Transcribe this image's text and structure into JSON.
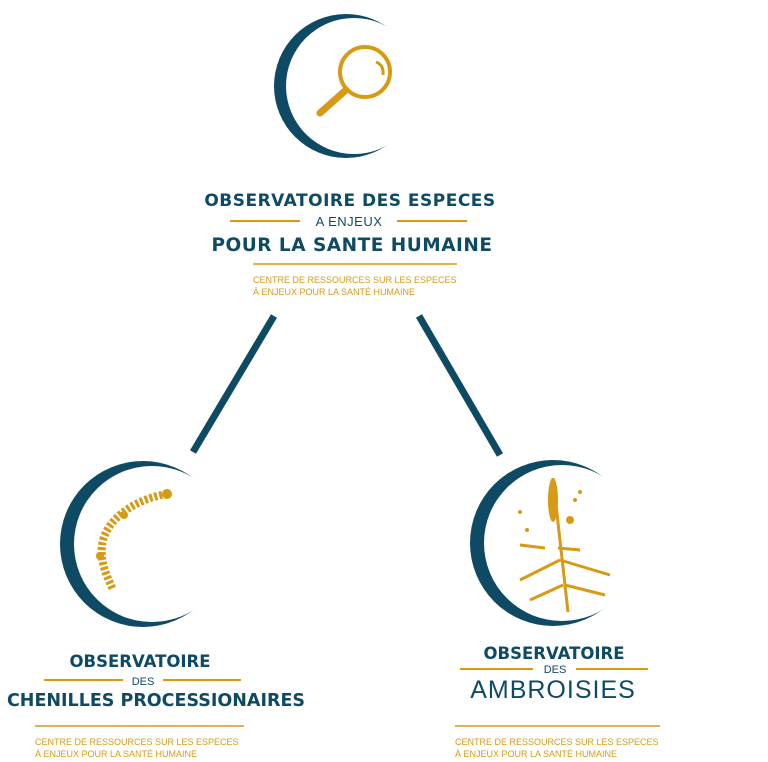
{
  "colors": {
    "navy": "#0e4a63",
    "gold": "#d69a14"
  },
  "top": {
    "line1": "OBSERVATOIRE DES ESPECES",
    "line2": "A ENJEUX",
    "line3": "POUR LA SANTE HUMAINE",
    "sub1": "CENTRE DE RESSOURCES SUR LES ESPECES",
    "sub2": "À ENJEUX POUR LA SANTÉ HUMAINE",
    "icon": "magnifier-icon"
  },
  "left": {
    "line1": "OBSERVATOIRE",
    "line2": "DES",
    "line3": "CHENILLES PROCESSIONAIRES",
    "sub1": "CENTRE DE RESSOURCES SUR LES ESPECES",
    "sub2": "À ENJEUX POUR LA SANTÉ HUMAINE",
    "icon": "caterpillar-icon"
  },
  "right": {
    "line1": "OBSERVATOIRE",
    "line2": "DES",
    "line3": "AMBROISIES",
    "sub1": "CENTRE DE RESSOURCES SUR LES ESPECES",
    "sub2": "À ENJEUX POUR LA SANTÉ HUMAINE",
    "icon": "ragweed-plant-icon"
  }
}
